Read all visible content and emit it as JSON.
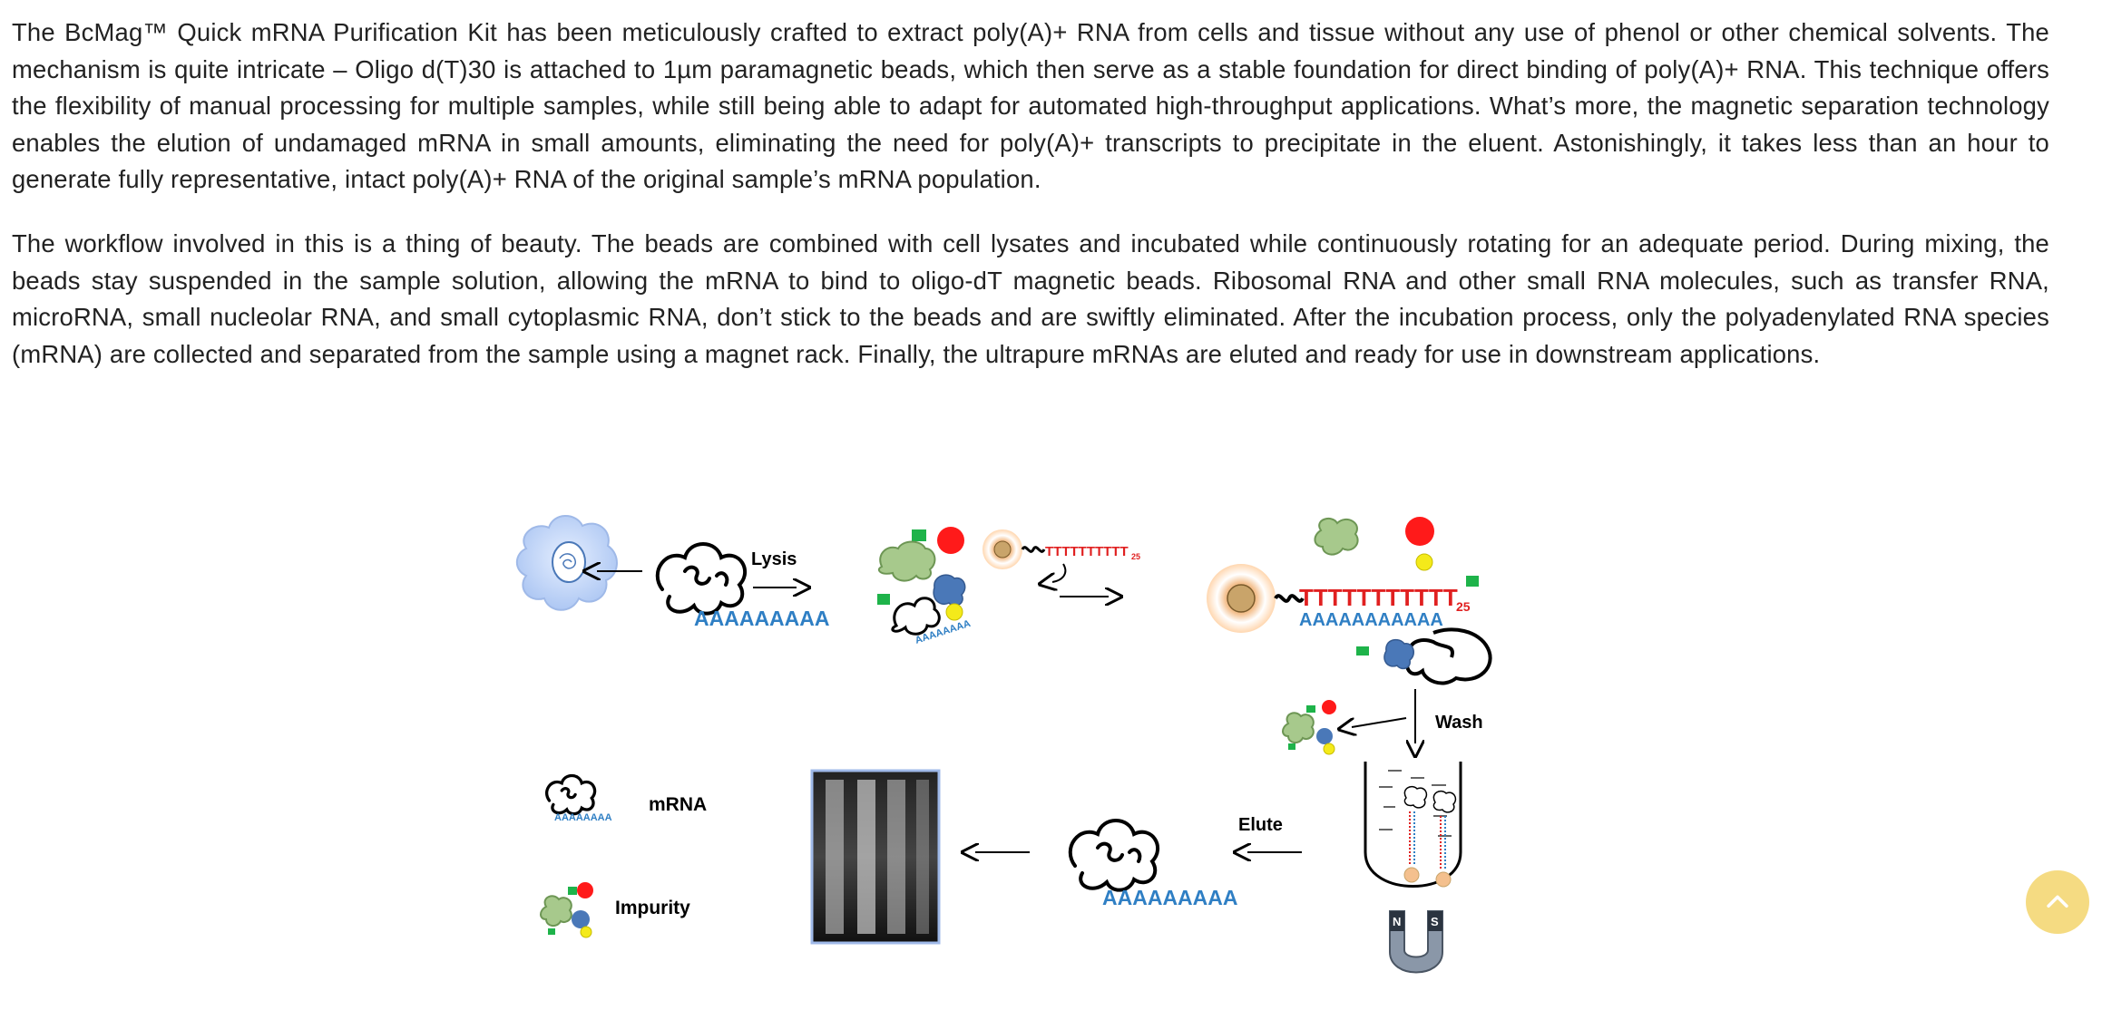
{
  "article": {
    "paragraph_1": "The BcMag™ Quick mRNA Purification Kit has been meticulously crafted to extract poly(A)+ RNA from cells and tissue without any use of phenol or other chemical solvents. The mechanism is quite intricate – Oligo d(T)30 is attached to 1µm paramagnetic beads, which then serve as a stable foundation for direct binding of poly(A)+ RNA. This technique offers the flexibility of manual processing for multiple samples, while still being able to adapt for automated high-throughput applications. What’s more, the magnetic separation technology enables the elution of undamaged mRNA in small amounts, eliminating the need for poly(A)+ transcripts to precipitate in the eluent. Astonishingly, it takes less than an hour to generate fully representative, intact poly(A)+ RNA of the original sample’s mRNA population.",
    "paragraph_2": "The workflow involved in this is a thing of beauty. The beads are combined with cell lysates and incubated while continuously rotating for an adequate period. During mixing, the beads stay suspended in the sample solution, allowing the mRNA to bind to oligo-dT magnetic beads. Ribosomal RNA and other small RNA molecules, such as transfer RNA, microRNA, small nucleolar RNA, and small cytoplasmic RNA, don’t stick to the beads and are swiftly eliminated. After the incubation process, only the polyadenylated RNA species (mRNA) are collected and separated from the sample using a magnet rack. Finally, the ultrapure mRNAs are eluted and ready for use in downstream applications."
  },
  "figure": {
    "lysis_label": "Lysis",
    "wash_label": "Wash",
    "elute_label": "Elute",
    "polyA_text": "AAAAAAAAA",
    "polyA_small": "AAAAAAAA",
    "oligo_small": "TTTTTTTTTT",
    "oligo_small_sub": "25",
    "oligo_large": "TTTTTTTTTTT",
    "oligo_large_sub": "25",
    "polyA_bound": "AAAAAAAAAAA",
    "legend_mrna": "mRNA",
    "legend_impurity": "Impurity",
    "magnet_n": "N",
    "magnet_s": "S"
  },
  "colors": {
    "polyA_blue": "#2f7fc4",
    "oligo_red": "#e02020",
    "impurity_green": "#8db86a",
    "impurity_red": "#ff1a1a",
    "impurity_yellow": "#f4ea1a",
    "impurity_blue": "#4a78b8",
    "scroll_button": "#f5db82"
  },
  "scroll_top": {
    "icon": "chevron-up-icon"
  }
}
